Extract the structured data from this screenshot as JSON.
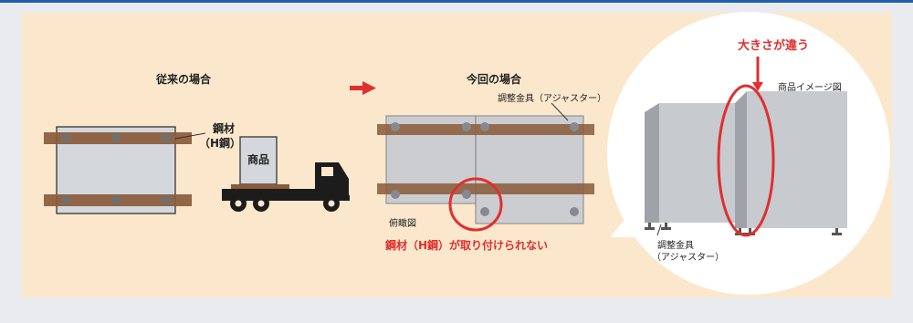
{
  "sections": {
    "before_title": "従来の場合",
    "now_title": "今回の場合"
  },
  "before": {
    "steel_label_line1": "鋼材",
    "steel_label_line2": "（H鋼）",
    "goods_label": "商品"
  },
  "now": {
    "adjuster_label": "調整金具（アジャスター）",
    "top_view_label": "俯瞰図",
    "warning": "鋼材（H鋼）が取り付けられない"
  },
  "zoom": {
    "size_differs": "大きさが違う",
    "image_label": "商品イメージ図",
    "adjuster_line1": "調整金具",
    "adjuster_line2": "（アジャスター）"
  },
  "colors": {
    "panel_bg": "#fbe8cc",
    "steel": "#8a5a3a",
    "accent_red": "#e02f2f",
    "plate_gray": "#c9ccd2",
    "circle_bg": "#ffffff"
  }
}
